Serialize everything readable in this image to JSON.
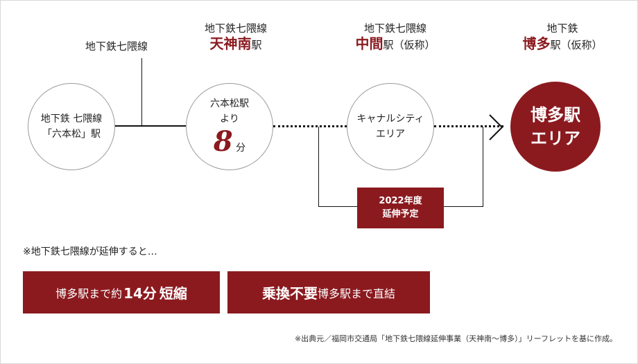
{
  "labels": {
    "line_top_left": "地下鉄七隈線",
    "tenjin_line": "地下鉄七隈線",
    "tenjin_name": "天神南",
    "tenjin_suffix": "駅",
    "nakasu_line": "地下鉄七隈線",
    "nakasu_name": "中間",
    "nakasu_suffix": "駅（仮称）",
    "hakata_line": "地下鉄",
    "hakata_name": "博多",
    "hakata_suffix": "駅（仮称）"
  },
  "stations": {
    "ropponmatsu": {
      "line1": "地下鉄 七隈線",
      "line2": "「六本松」駅"
    },
    "tenjin": {
      "line1": "六本松駅",
      "line2": "より",
      "number": "8",
      "unit": "分"
    },
    "canal": {
      "line1": "キャナルシティ",
      "line2": "エリア"
    },
    "hakata": {
      "line1": "博多駅",
      "line2": "エリア"
    }
  },
  "badge": {
    "line1": "2022年度",
    "line2": "延伸予定"
  },
  "note": "※地下鉄七隈線が延伸すると…",
  "buttons": {
    "left": {
      "text": "博多駅まで約",
      "number": "14分",
      "strong": "短縮"
    },
    "right": {
      "strong": "乗換不要",
      "text": "博多駅まで直結"
    }
  },
  "footnote": "※出典元／福岡市交通局「地下鉄七隈線延伸事業（天神南〜博多）」リーフレットを基に作成。",
  "colors": {
    "accent": "#8b1a1f",
    "line": "#111111",
    "circle_border": "#9a9a9a"
  }
}
